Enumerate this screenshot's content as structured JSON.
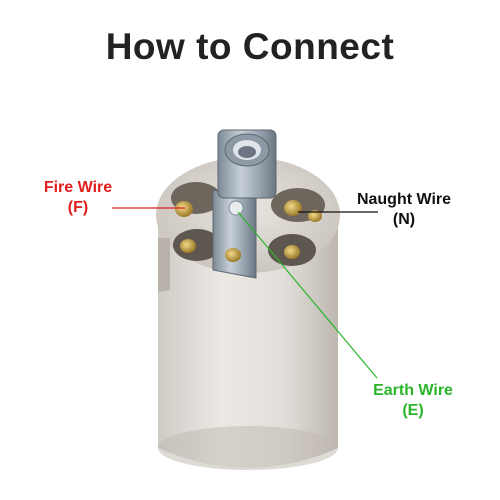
{
  "title": "How to Connect",
  "labels": {
    "fire": {
      "name": "Fire Wire",
      "code": "(F)",
      "color": "#e01e1e"
    },
    "naught": {
      "name": "Naught Wire",
      "code": "(N)",
      "color": "#111111"
    },
    "earth": {
      "name": "Earth Wire",
      "code": "(E)",
      "color": "#2bb52b"
    }
  }
}
